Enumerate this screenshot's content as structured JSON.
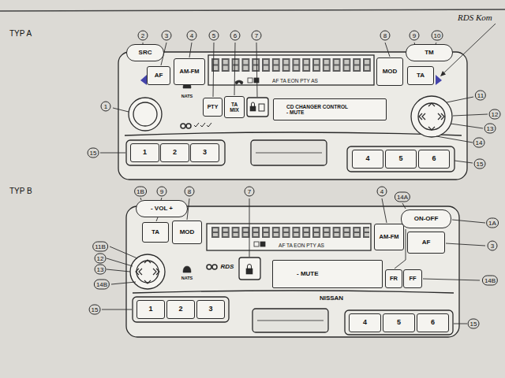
{
  "diagram": {
    "nodes": [
      {
        "text": [
          "SRC"
        ]
      },
      {
        "text": [
          "AF"
        ]
      },
      {
        "text": [
          "AM-FM"
        ]
      },
      {
        "text": [
          "PTY"
        ]
      },
      {
        "text": [
          "TA MIX"
        ]
      },
      {
        "text": [
          "CD CHANGER CONTROL",
          "- MUTE"
        ]
      },
      {
        "text": [
          "MOD"
        ]
      },
      {
        "text": [
          "TA"
        ]
      },
      {
        "text": [
          "TM"
        ]
      },
      {
        "text": [
          "1"
        ]
      },
      {
        "text": [
          "2"
        ]
      },
      {
        "text": [
          "3"
        ]
      },
      {
        "text": [
          "4"
        ]
      },
      {
        "text": [
          "5"
        ]
      },
      {
        "text": [
          "6"
        ]
      },
      {
        "text": [
          "- VOL +"
        ]
      },
      {
        "text": [
          "TA"
        ]
      },
      {
        "text": [
          "MOD"
        ]
      },
      {
        "text": [
          "AM-FM"
        ]
      },
      {
        "text": [
          "ON-OFF"
        ]
      },
      {
        "text": [
          "AF"
        ]
      },
      {
        "text": [
          "- MUTE"
        ]
      },
      {
        "text": [
          "FR"
        ]
      },
      {
        "text": [
          "FF"
        ]
      },
      {
        "text": [
          "1"
        ]
      },
      {
        "text": [
          "2"
        ]
      },
      {
        "text": [
          "3"
        ]
      },
      {
        "text": [
          "4"
        ]
      },
      {
        "text": [
          "5"
        ]
      },
      {
        "text": [
          "6"
        ]
      }
    ],
    "labels": [
      "RDS Kom",
      "TYP A",
      "2",
      "3",
      "4",
      "5",
      "6",
      "7",
      "8",
      "9",
      "10",
      "1",
      "11",
      "12",
      "13",
      "14",
      "15",
      "15",
      "NATS",
      "AF TA EON PTY AS",
      "TYP B",
      "1B",
      "9",
      "8",
      "7",
      "4",
      "14A",
      "1A",
      "3",
      "14B",
      "11B",
      "12",
      "13",
      "14B",
      "15",
      "15",
      "NATS",
      "RDS",
      "AF TA EON PTY AS",
      "NISSAN"
    ]
  }
}
